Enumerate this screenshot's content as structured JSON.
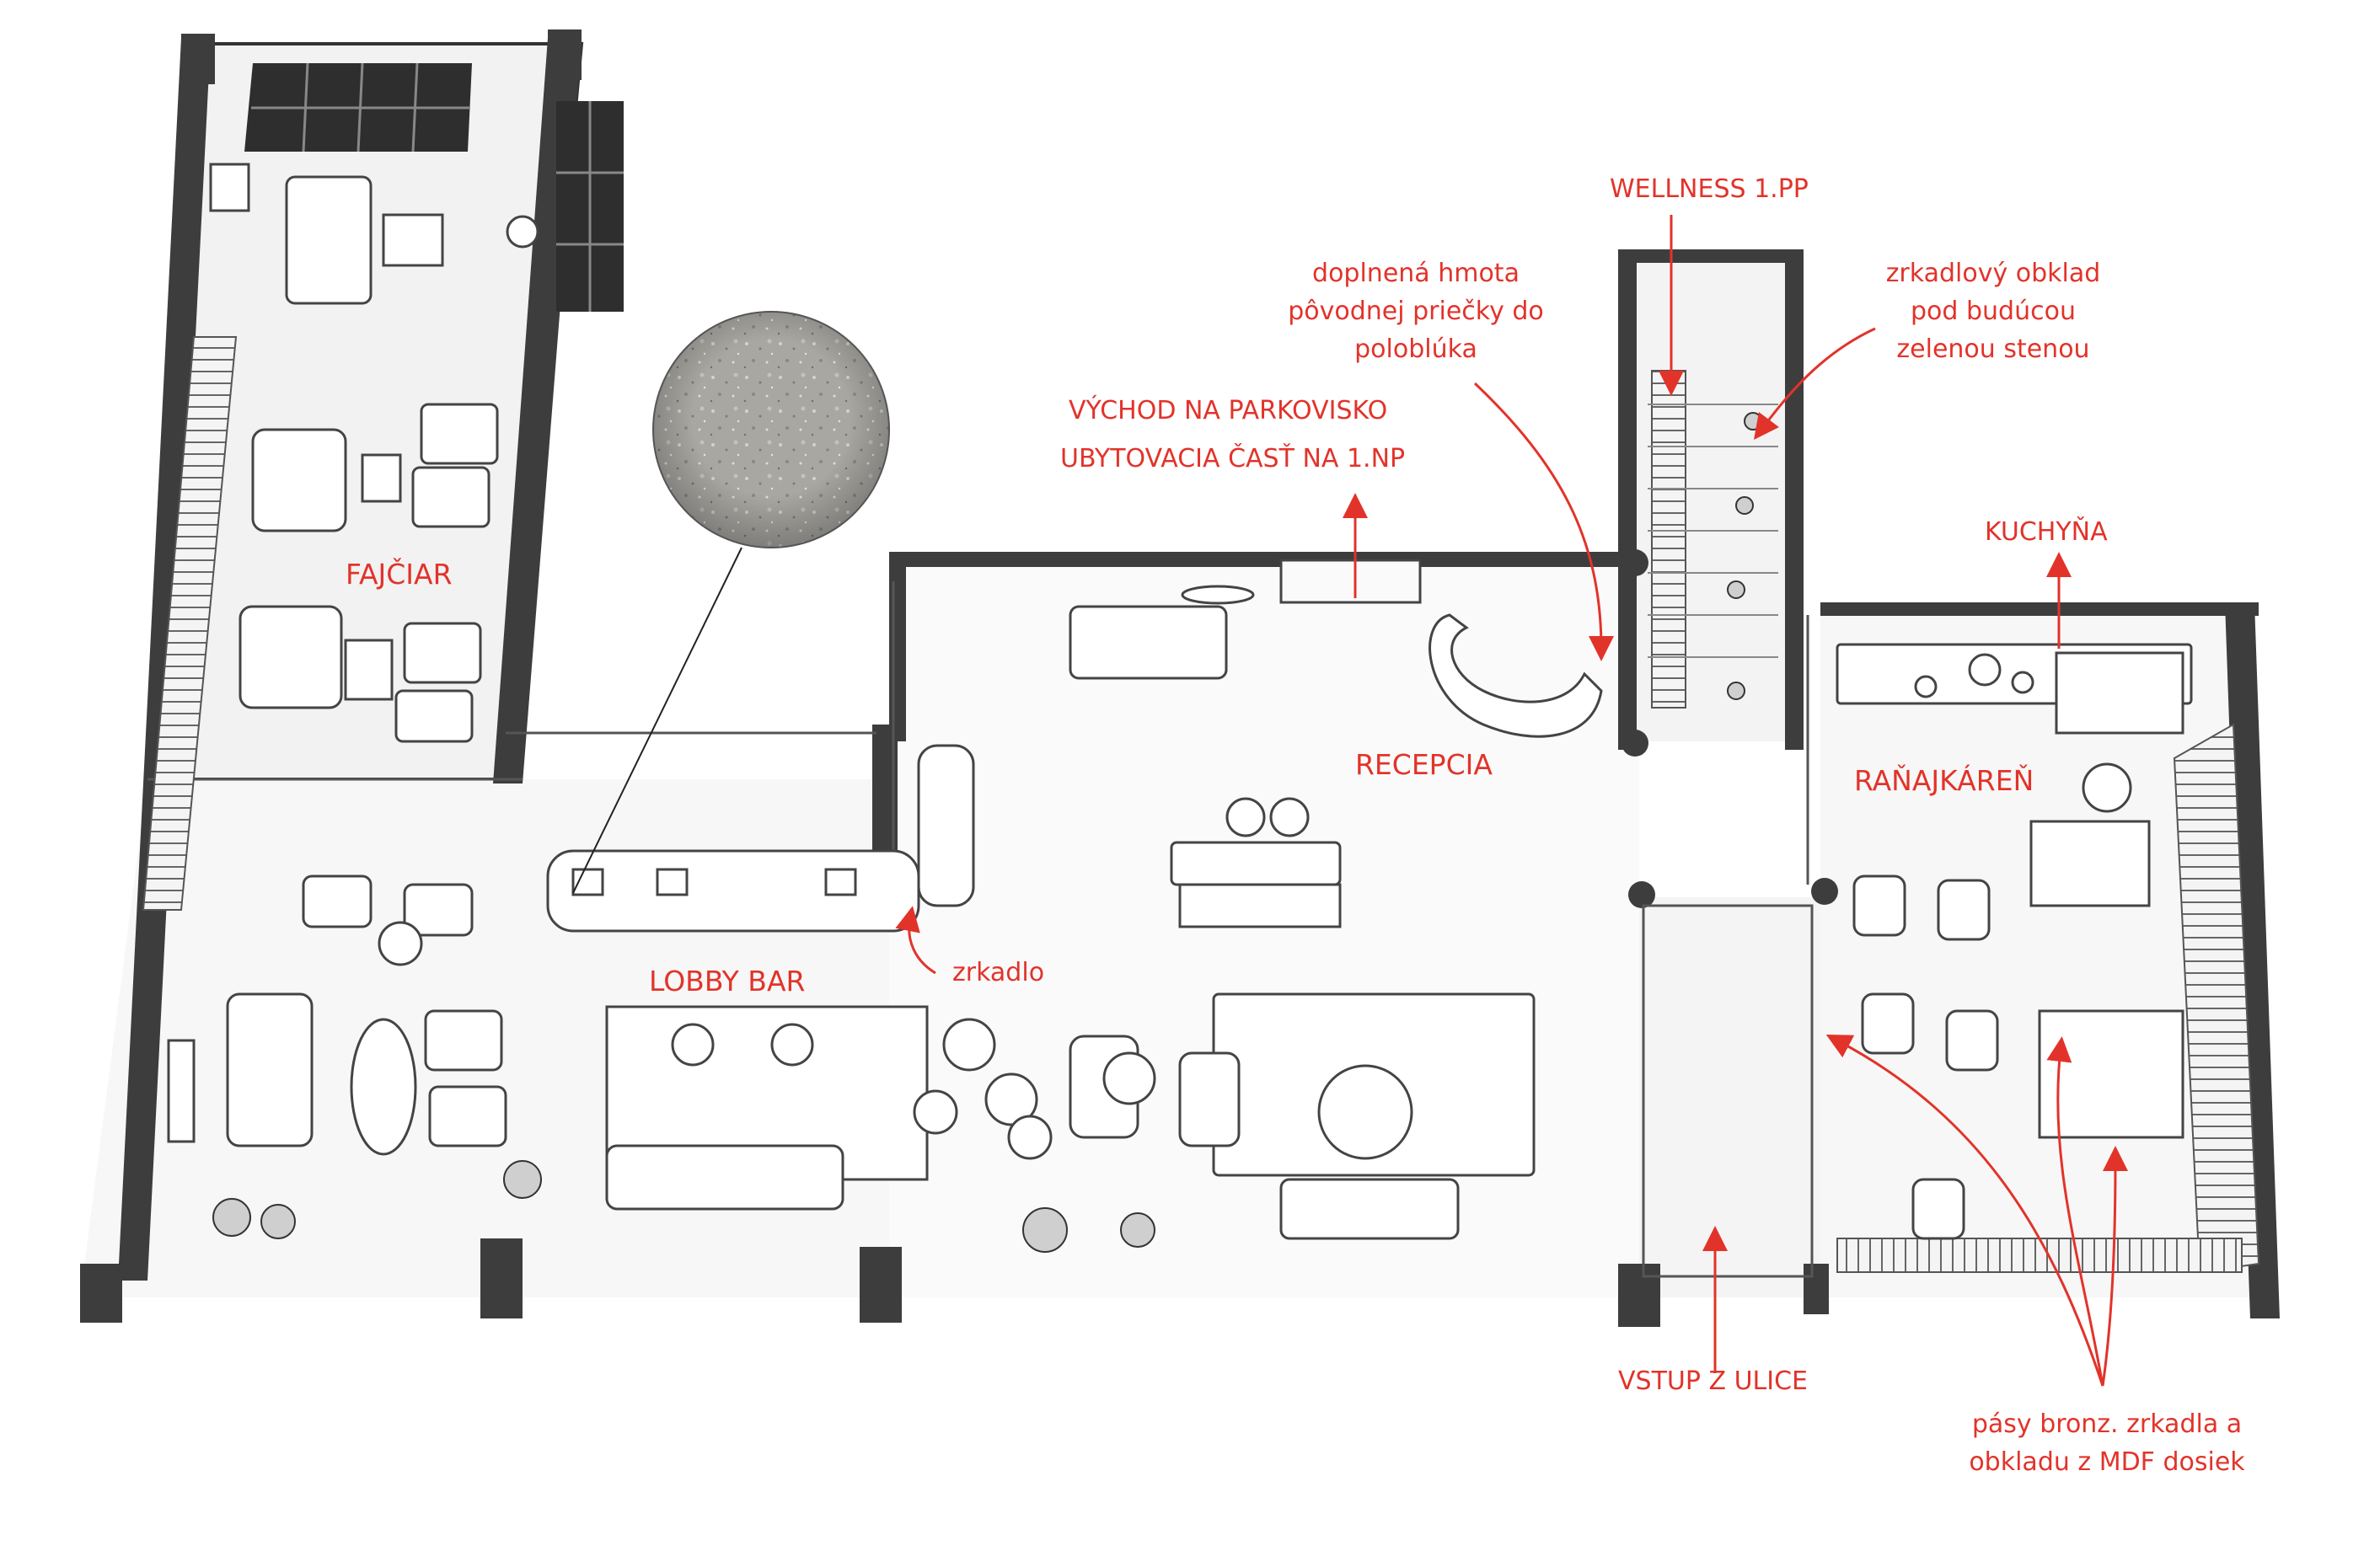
{
  "rooms": {
    "smoker": "FAJČIAR",
    "lobby_bar": "LOBBY BAR",
    "reception": "RECEPCIA",
    "breakfast": "RAŇAJKÁREŇ"
  },
  "annotations": {
    "wellness": "WELLNESS 1.PP",
    "filled_wall": "doplnená hmota\npôvodnej priečky do\npoloblúka",
    "mirror_cladding": "zrkadlový obklad\npod budúcou\nzelenou stenou",
    "parking_exit_line1": "VÝCHOD NA PARKOVISKO",
    "parking_exit_line2": "UBYTOVACIA ČASŤ NA 1.NP",
    "kitchen": "KUCHYŇA",
    "mirror": "zrkadlo",
    "street_entrance": "VSTUP Z ULICE",
    "bronze_strips": "pásy bronz. zrkadla a\nobkladu z MDF dosiek"
  },
  "colors": {
    "label": "#e2332a",
    "wall": "#3d3d3d",
    "floor": "#f3f3f3",
    "line": "#555555"
  }
}
